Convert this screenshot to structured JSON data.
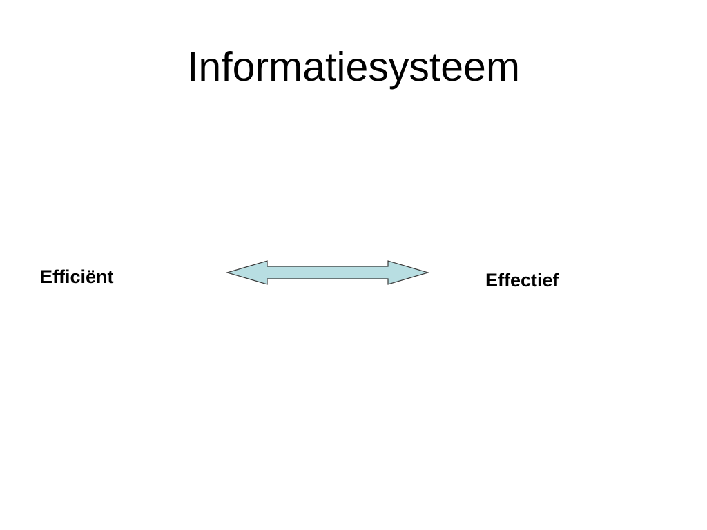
{
  "slide": {
    "title": "Informatiesysteem",
    "left_term": "Efficiënt",
    "right_term": "Effectief"
  },
  "arrow": {
    "icon": "double-headed-arrow-icon",
    "fill_color": "#b8dee2",
    "stroke_color": "#3a3a3a"
  }
}
